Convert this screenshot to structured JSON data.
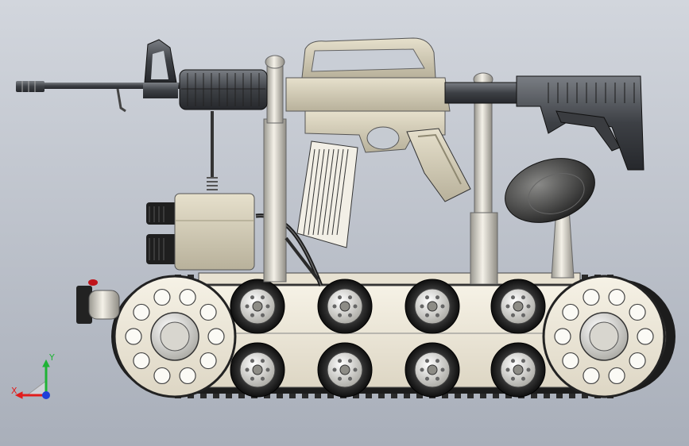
{
  "view": {
    "background_top": "#d2d6dd",
    "background_bottom": "#a9afba"
  },
  "model": {
    "components": [
      "rifle",
      "tracked-chassis",
      "road-wheels",
      "drive-sprockets",
      "sensor-dome",
      "camera-box",
      "headlight"
    ],
    "colors": {
      "rifle_metal": "#4a4d52",
      "receiver": "#d6cfb8",
      "chassis": "#efe9da",
      "track": "#1c1c1c",
      "tire": "#1b1b1b",
      "hub": "#c8c8c4",
      "indicator_red": "#c0141b"
    }
  },
  "triad": {
    "x_label": "X",
    "y_label": "Y",
    "x_color": "#e11d1d",
    "y_color": "#1fb335",
    "z_color": "#1f3fd9"
  }
}
